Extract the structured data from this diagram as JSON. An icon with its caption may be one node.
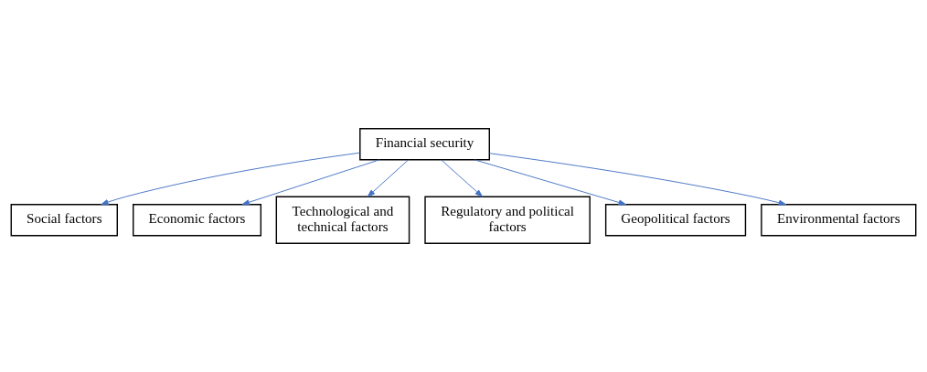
{
  "diagram": {
    "nodes": [
      {
        "text": [
          "Financial security"
        ]
      },
      {
        "text": [
          "Social factors"
        ]
      },
      {
        "text": [
          "Economic factors"
        ]
      },
      {
        "text": [
          "Technological and technical factors"
        ]
      },
      {
        "text": [
          "Regulatory and political factors"
        ]
      },
      {
        "text": [
          "Geopolitical factors"
        ]
      },
      {
        "text": [
          "Environmental factors"
        ]
      }
    ],
    "edges": [
      {
        "from": 0,
        "to": 1,
        "arrow": "to"
      },
      {
        "from": 0,
        "to": 2,
        "arrow": "to"
      },
      {
        "from": 0,
        "to": 3,
        "arrow": "to"
      },
      {
        "from": 0,
        "to": 4,
        "arrow": "to"
      },
      {
        "from": 0,
        "to": 5,
        "arrow": "to"
      },
      {
        "from": 0,
        "to": 6,
        "arrow": "to"
      }
    ]
  }
}
